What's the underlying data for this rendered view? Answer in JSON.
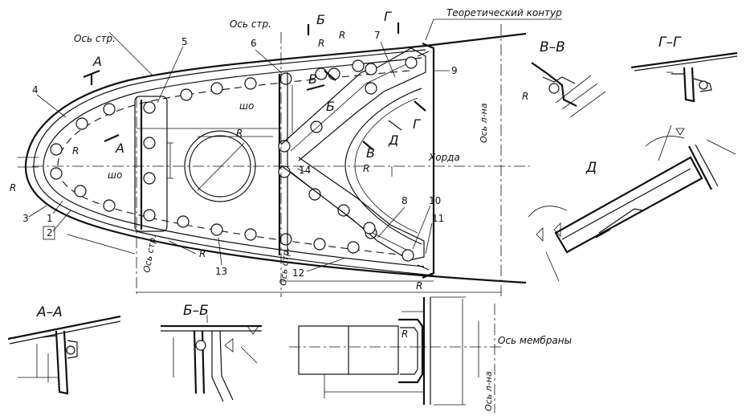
{
  "labels": {
    "axis_stringer_left": "Ось стр.",
    "axis_stringer_mid": "Ось стр.",
    "theoretical_contour": "Теоретический контур",
    "chord": "Хорда",
    "axis_rib_vertical": "Ось л-на",
    "axis_stringer_bottom1": "Ось стр.",
    "axis_stringer_bottom2": "Ось стр.",
    "axis_membrane": "Ось мембраны",
    "axis_rib_bottom": "Ось л-на",
    "sho_upper": "шо",
    "sho_lower": "шо",
    "R": "R"
  },
  "section_marks": {
    "A": "А",
    "B": "Б",
    "G": "Г",
    "V": "В",
    "D": "Д"
  },
  "section_titles": {
    "AA": "А–А",
    "BB": "Б–Б",
    "VV": "В–В",
    "GG": "Г–Г",
    "D": "Д"
  },
  "part_numbers": [
    "1",
    "2",
    "3",
    "4",
    "5",
    "6",
    "7",
    "8",
    "9",
    "10",
    "11",
    "12",
    "13",
    "14"
  ]
}
